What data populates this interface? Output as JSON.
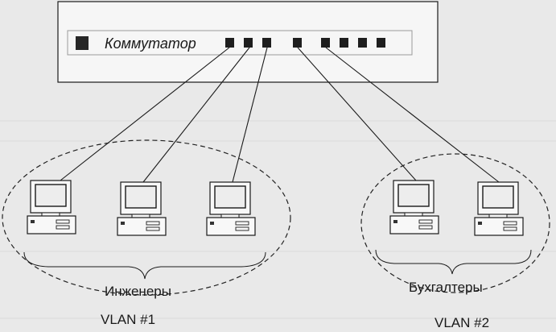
{
  "switch": {
    "label": "Коммутатор",
    "port_count": 8
  },
  "groups": [
    {
      "name": "Инженеры",
      "vlan": "VLAN #1",
      "computers": 3
    },
    {
      "name": "Бухгалтеры",
      "vlan": "VLAN #2",
      "computers": 2
    }
  ],
  "colors": {
    "line": "#1a1a1a",
    "port": "#1e1e1e",
    "switch_fill": "#f6f6f6",
    "background": "#e9e9e9"
  }
}
